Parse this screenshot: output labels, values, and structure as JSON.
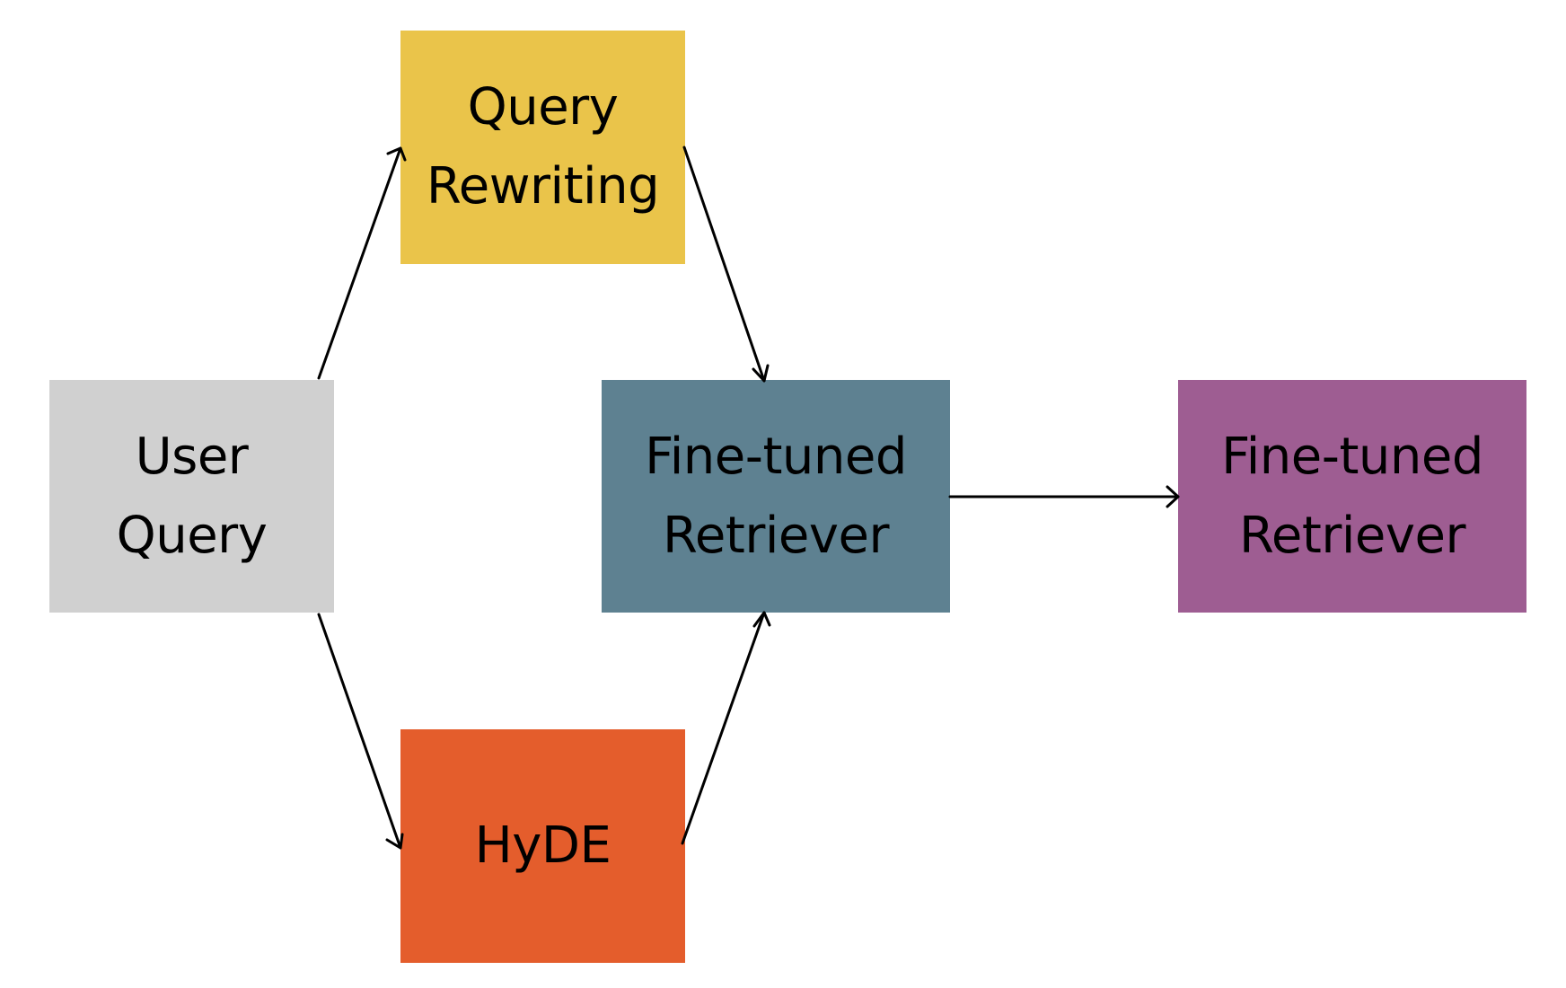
{
  "nodes": {
    "user_query": {
      "lines": [
        "User",
        "Query"
      ],
      "color": "#d0d0d0"
    },
    "query_rewriting": {
      "lines": [
        "Query",
        "Rewriting"
      ],
      "color": "#eac44a"
    },
    "hyde": {
      "lines": [
        "HyDE"
      ],
      "color": "#e45d2c"
    },
    "retriever_1": {
      "lines": [
        "Fine-tuned",
        "Retriever"
      ],
      "color": "#5e8191"
    },
    "retriever_2": {
      "lines": [
        "Fine-tuned",
        "Retriever"
      ],
      "color": "#9e5d92"
    }
  },
  "edges": [
    {
      "from": "User Query",
      "to": "Query Rewriting"
    },
    {
      "from": "User Query",
      "to": "HyDE"
    },
    {
      "from": "Query Rewriting",
      "to": "Fine-tuned Retriever"
    },
    {
      "from": "HyDE",
      "to": "Fine-tuned Retriever"
    },
    {
      "from": "Fine-tuned Retriever",
      "to": "Fine-tuned Retriever"
    }
  ],
  "edge_color": "#000000"
}
